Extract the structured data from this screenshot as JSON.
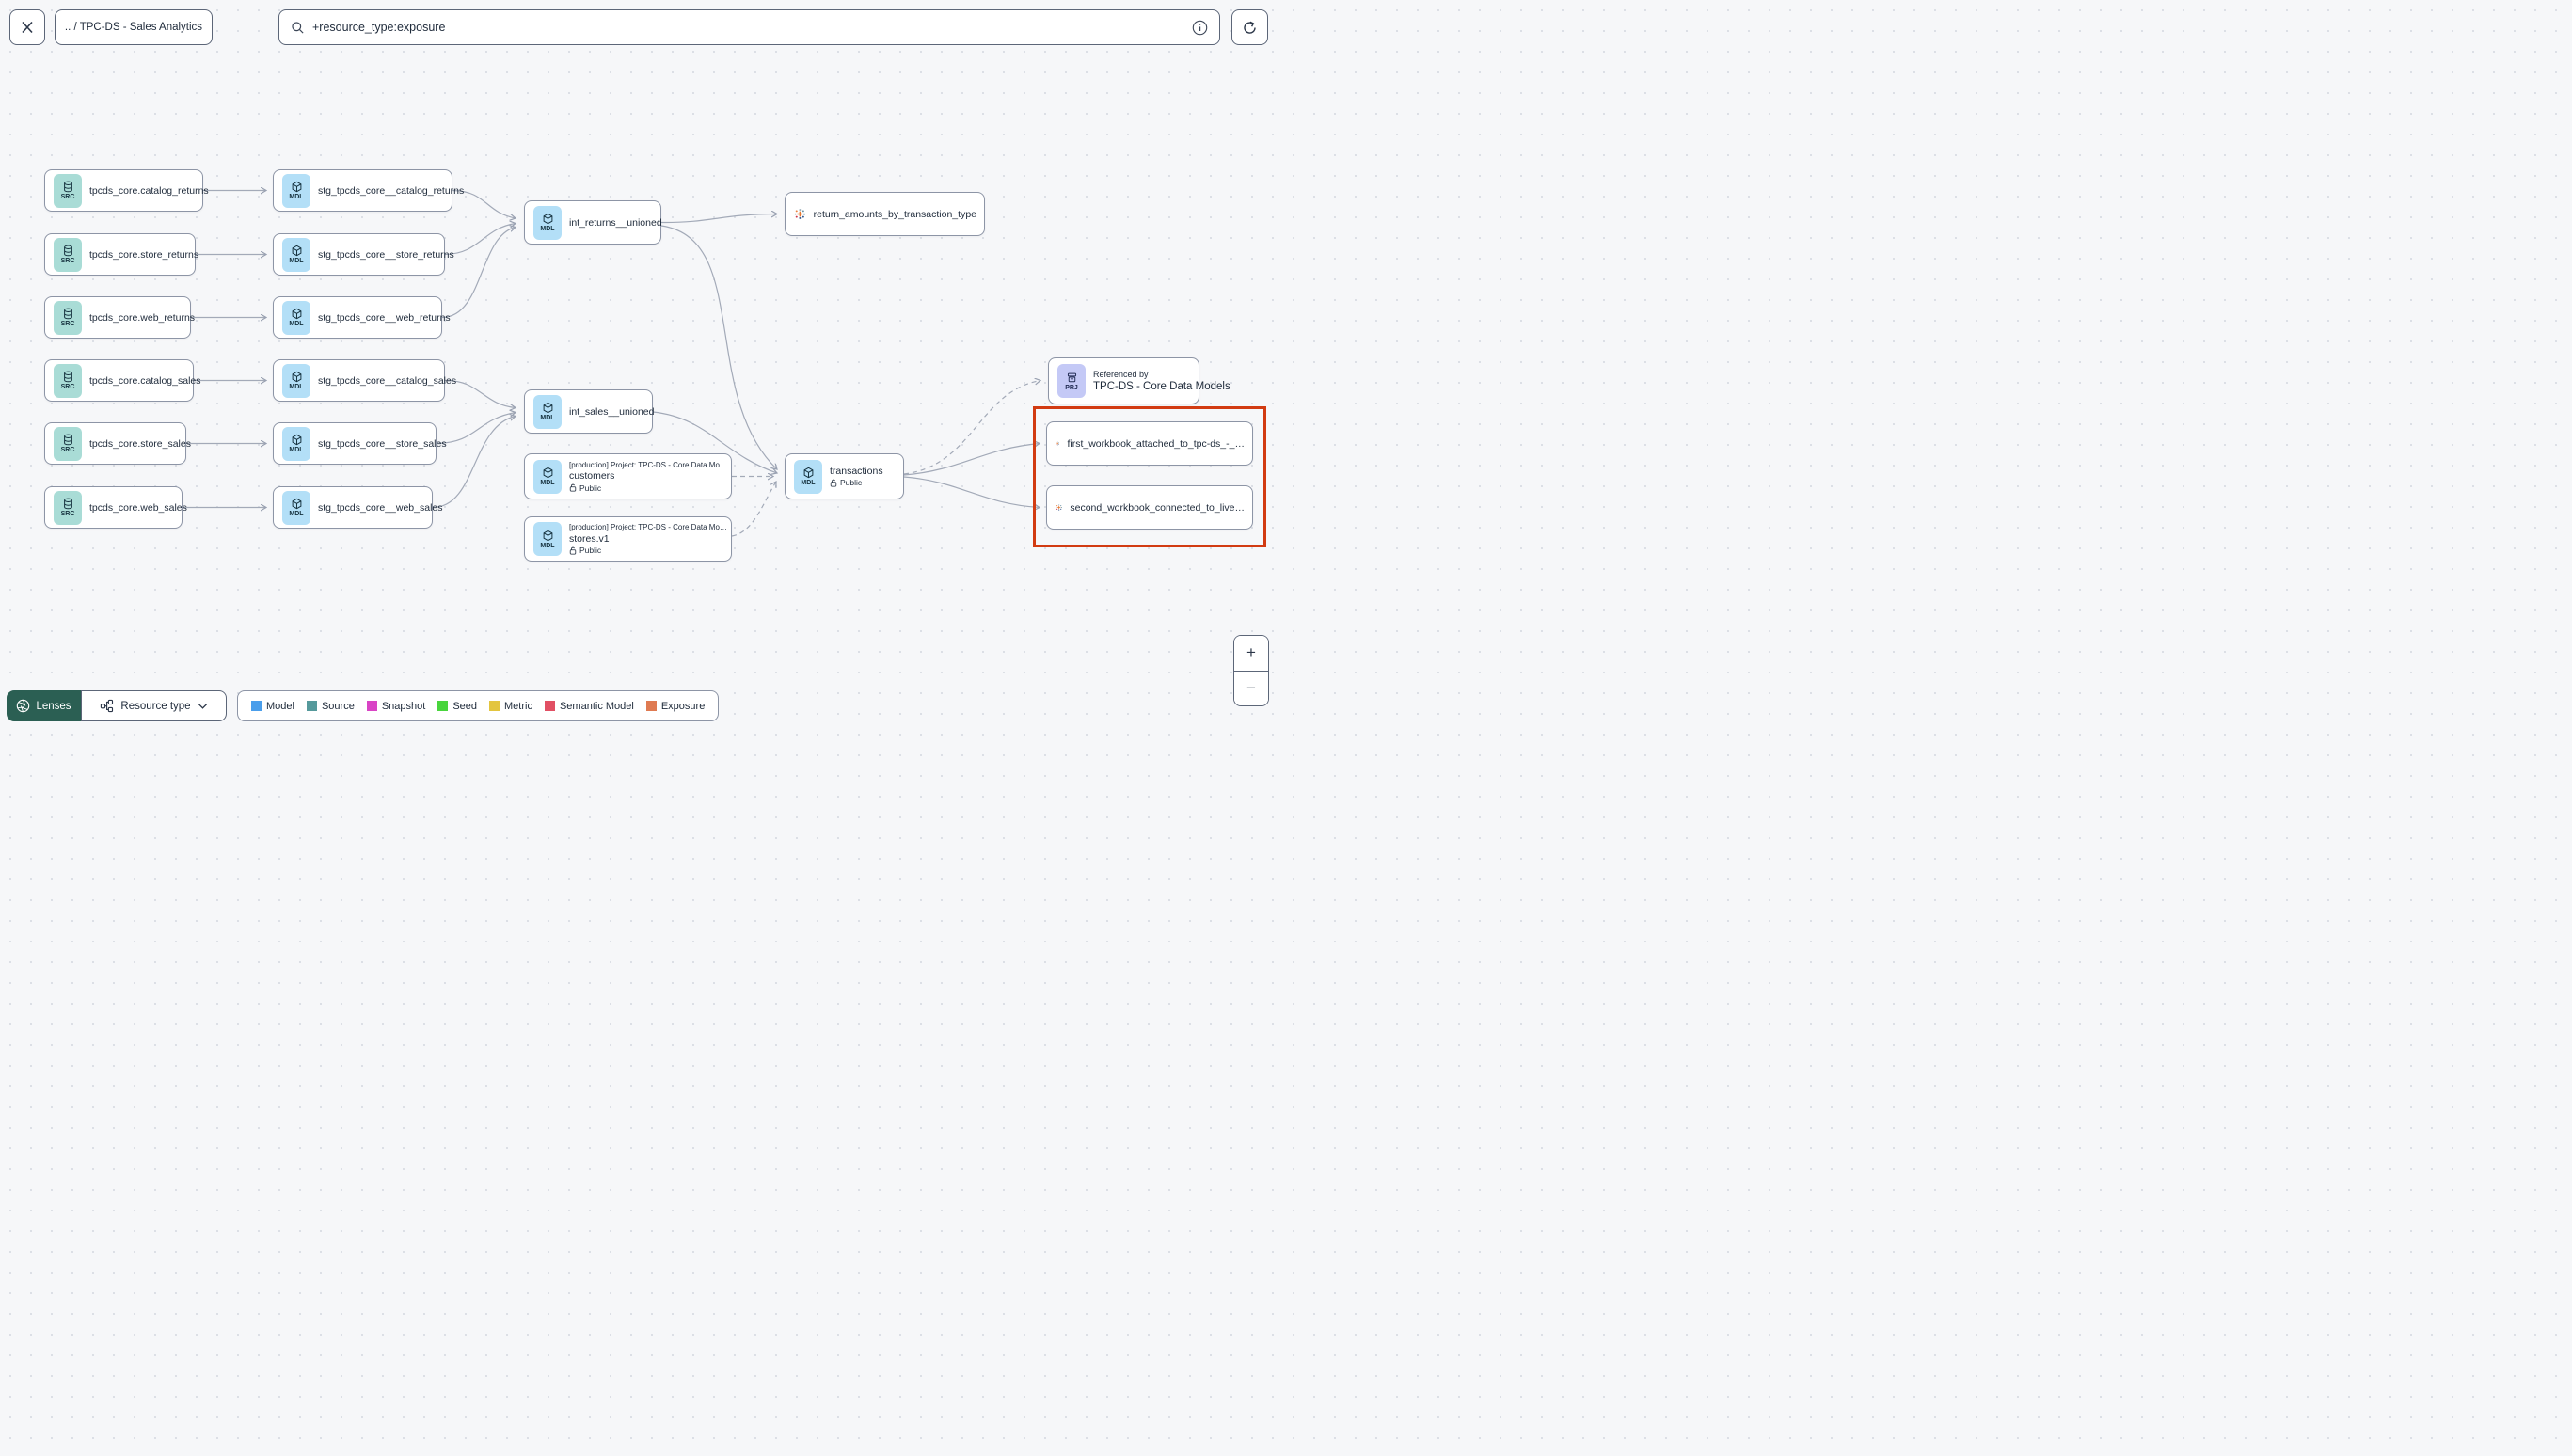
{
  "header": {
    "breadcrumb": ".. / TPC-DS - Sales Analytics",
    "search_value": "+resource_type:exposure"
  },
  "nodes": {
    "src_catalog_returns": {
      "badge": "SRC",
      "title": "tpcds_core.catalog_returns"
    },
    "src_store_returns": {
      "badge": "SRC",
      "title": "tpcds_core.store_returns"
    },
    "src_web_returns": {
      "badge": "SRC",
      "title": "tpcds_core.web_returns"
    },
    "src_catalog_sales": {
      "badge": "SRC",
      "title": "tpcds_core.catalog_sales"
    },
    "src_store_sales": {
      "badge": "SRC",
      "title": "tpcds_core.store_sales"
    },
    "src_web_sales": {
      "badge": "SRC",
      "title": "tpcds_core.web_sales"
    },
    "stg_catalog_returns": {
      "badge": "MDL",
      "title": "stg_tpcds_core__catalog_returns"
    },
    "stg_store_returns": {
      "badge": "MDL",
      "title": "stg_tpcds_core__store_returns"
    },
    "stg_web_returns": {
      "badge": "MDL",
      "title": "stg_tpcds_core__web_returns"
    },
    "stg_catalog_sales": {
      "badge": "MDL",
      "title": "stg_tpcds_core__catalog_sales"
    },
    "stg_store_sales": {
      "badge": "MDL",
      "title": "stg_tpcds_core__store_sales"
    },
    "stg_web_sales": {
      "badge": "MDL",
      "title": "stg_tpcds_core__web_sales"
    },
    "int_returns": {
      "badge": "MDL",
      "title": "int_returns__unioned"
    },
    "int_sales": {
      "badge": "MDL",
      "title": "int_sales__unioned"
    },
    "exposure_returns": {
      "title": "return_amounts_by_transaction_type"
    },
    "customers": {
      "badge": "MDL",
      "project": "[production] Project: TPC-DS - Core Data Mo…",
      "title": "customers",
      "access": "Public"
    },
    "stores": {
      "badge": "MDL",
      "project": "[production] Project: TPC-DS - Core Data Mo…",
      "title": "stores.v1",
      "access": "Public"
    },
    "transactions": {
      "badge": "MDL",
      "title": "transactions",
      "access": "Public"
    },
    "referenced_by": {
      "badge": "PRJ",
      "kicker": "Referenced by",
      "title": "TPC-DS - Core Data Models"
    },
    "workbook_first": {
      "title": "first_workbook_attached_to_tpc-ds_-_…"
    },
    "workbook_second": {
      "title": "second_workbook_connected_to_live…"
    }
  },
  "footer": {
    "lenses_label": "Lenses",
    "resource_type_label": "Resource type",
    "legend": [
      {
        "label": "Model",
        "color": "#4a9eeb"
      },
      {
        "label": "Source",
        "color": "#55999b"
      },
      {
        "label": "Snapshot",
        "color": "#d944c5"
      },
      {
        "label": "Seed",
        "color": "#49d53d"
      },
      {
        "label": "Metric",
        "color": "#e3c53f"
      },
      {
        "label": "Semantic Model",
        "color": "#e14f63"
      },
      {
        "label": "Exposure",
        "color": "#df7a51"
      }
    ]
  },
  "zoom": {
    "in_label": "+",
    "out_label": "−"
  }
}
